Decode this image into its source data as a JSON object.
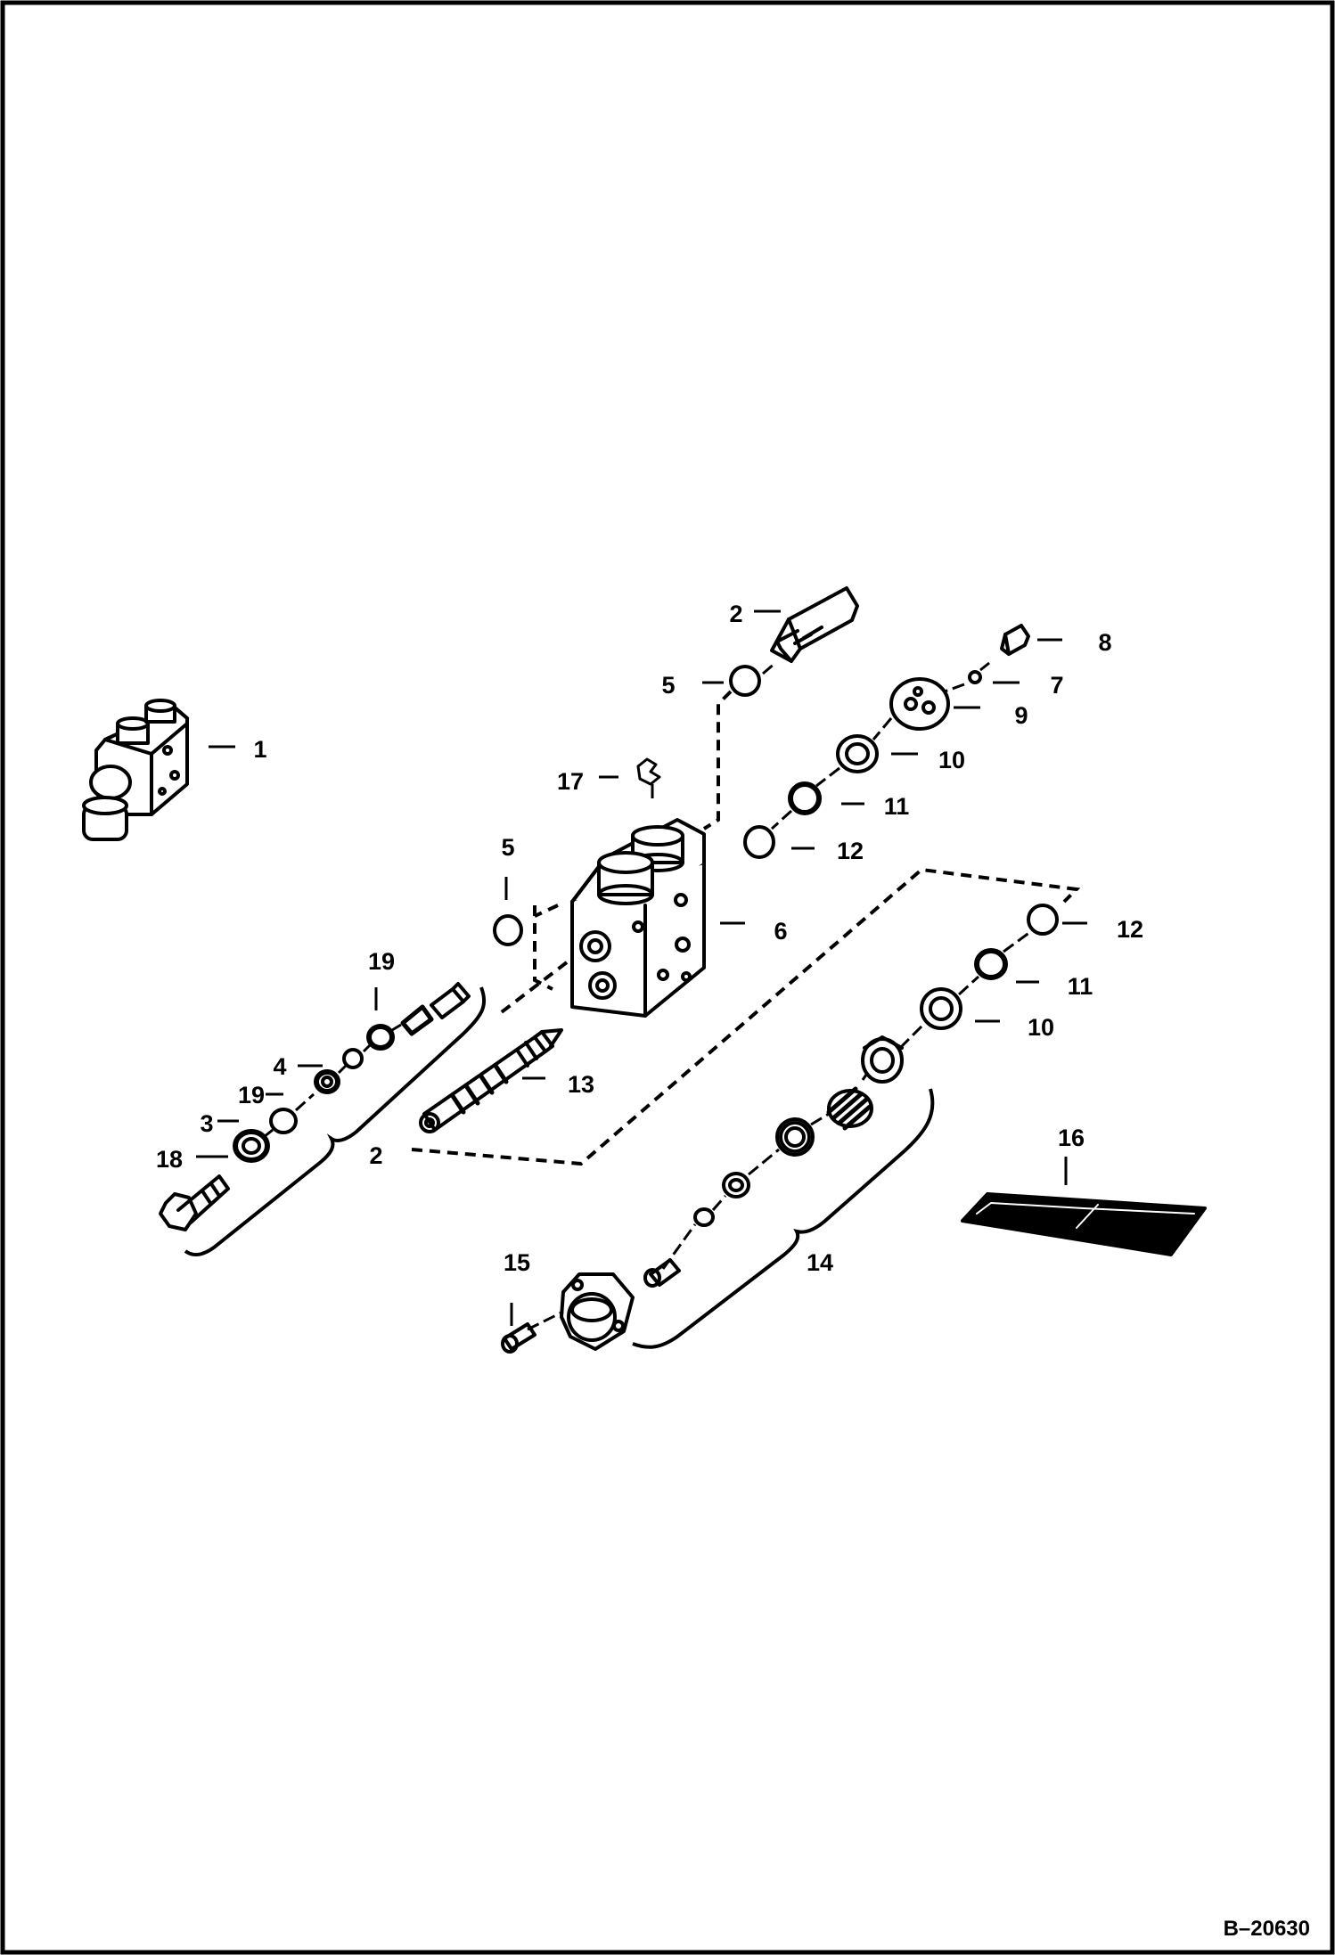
{
  "drawing_number": "B–20630",
  "callouts": {
    "c1": "1",
    "c2_top": "2",
    "c2_bracket": "2",
    "c3": "3",
    "c4": "4",
    "c5_top": "5",
    "c5_mid": "5",
    "c6": "6",
    "c7": "7",
    "c8": "8",
    "c9": "9",
    "c10_top": "10",
    "c10_bottom": "10",
    "c11_top": "11",
    "c11_bottom": "11",
    "c12_top": "12",
    "c12_bottom": "12",
    "c13": "13",
    "c14": "14",
    "c15": "15",
    "c16": "16",
    "c17": "17",
    "c18": "18",
    "c19_upper": "19",
    "c19_lower": "19"
  }
}
